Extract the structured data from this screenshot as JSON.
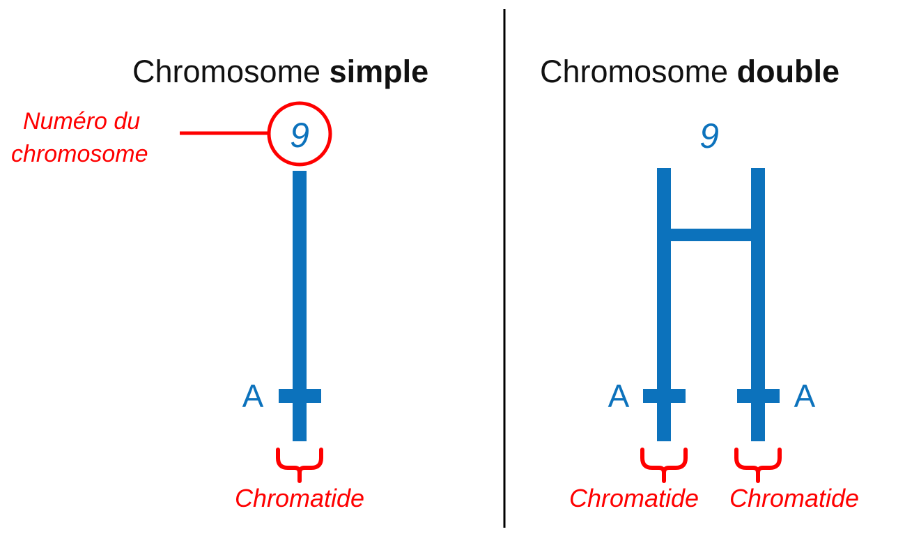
{
  "figure": {
    "background_color": "#FFFFFF",
    "chromosome_color": "#0C72BC",
    "annotation_color": "#FE0000",
    "title_color": "#111111",
    "divider_color": "#000000"
  },
  "divider": {
    "label": "vertical-panel-divider"
  },
  "panels": [
    {
      "id": "simple",
      "title_prefix": "Chromosome ",
      "title_emphasis": "simple",
      "chromosome_number": "9",
      "number_is_circled": true,
      "callout": {
        "line1": "Numéro du",
        "line2": "chromosome"
      },
      "chromatids": [
        {
          "allele_label": "A",
          "allele_side": "left",
          "brace_label": "Chromatide"
        }
      ]
    },
    {
      "id": "double",
      "title_prefix": "Chromosome ",
      "title_emphasis": "double",
      "chromosome_number": "9",
      "number_is_circled": false,
      "callout": null,
      "chromatids": [
        {
          "allele_label": "A",
          "allele_side": "left",
          "brace_label": "Chromatide"
        },
        {
          "allele_label": "A",
          "allele_side": "right",
          "brace_label": "Chromatide"
        }
      ]
    }
  ]
}
